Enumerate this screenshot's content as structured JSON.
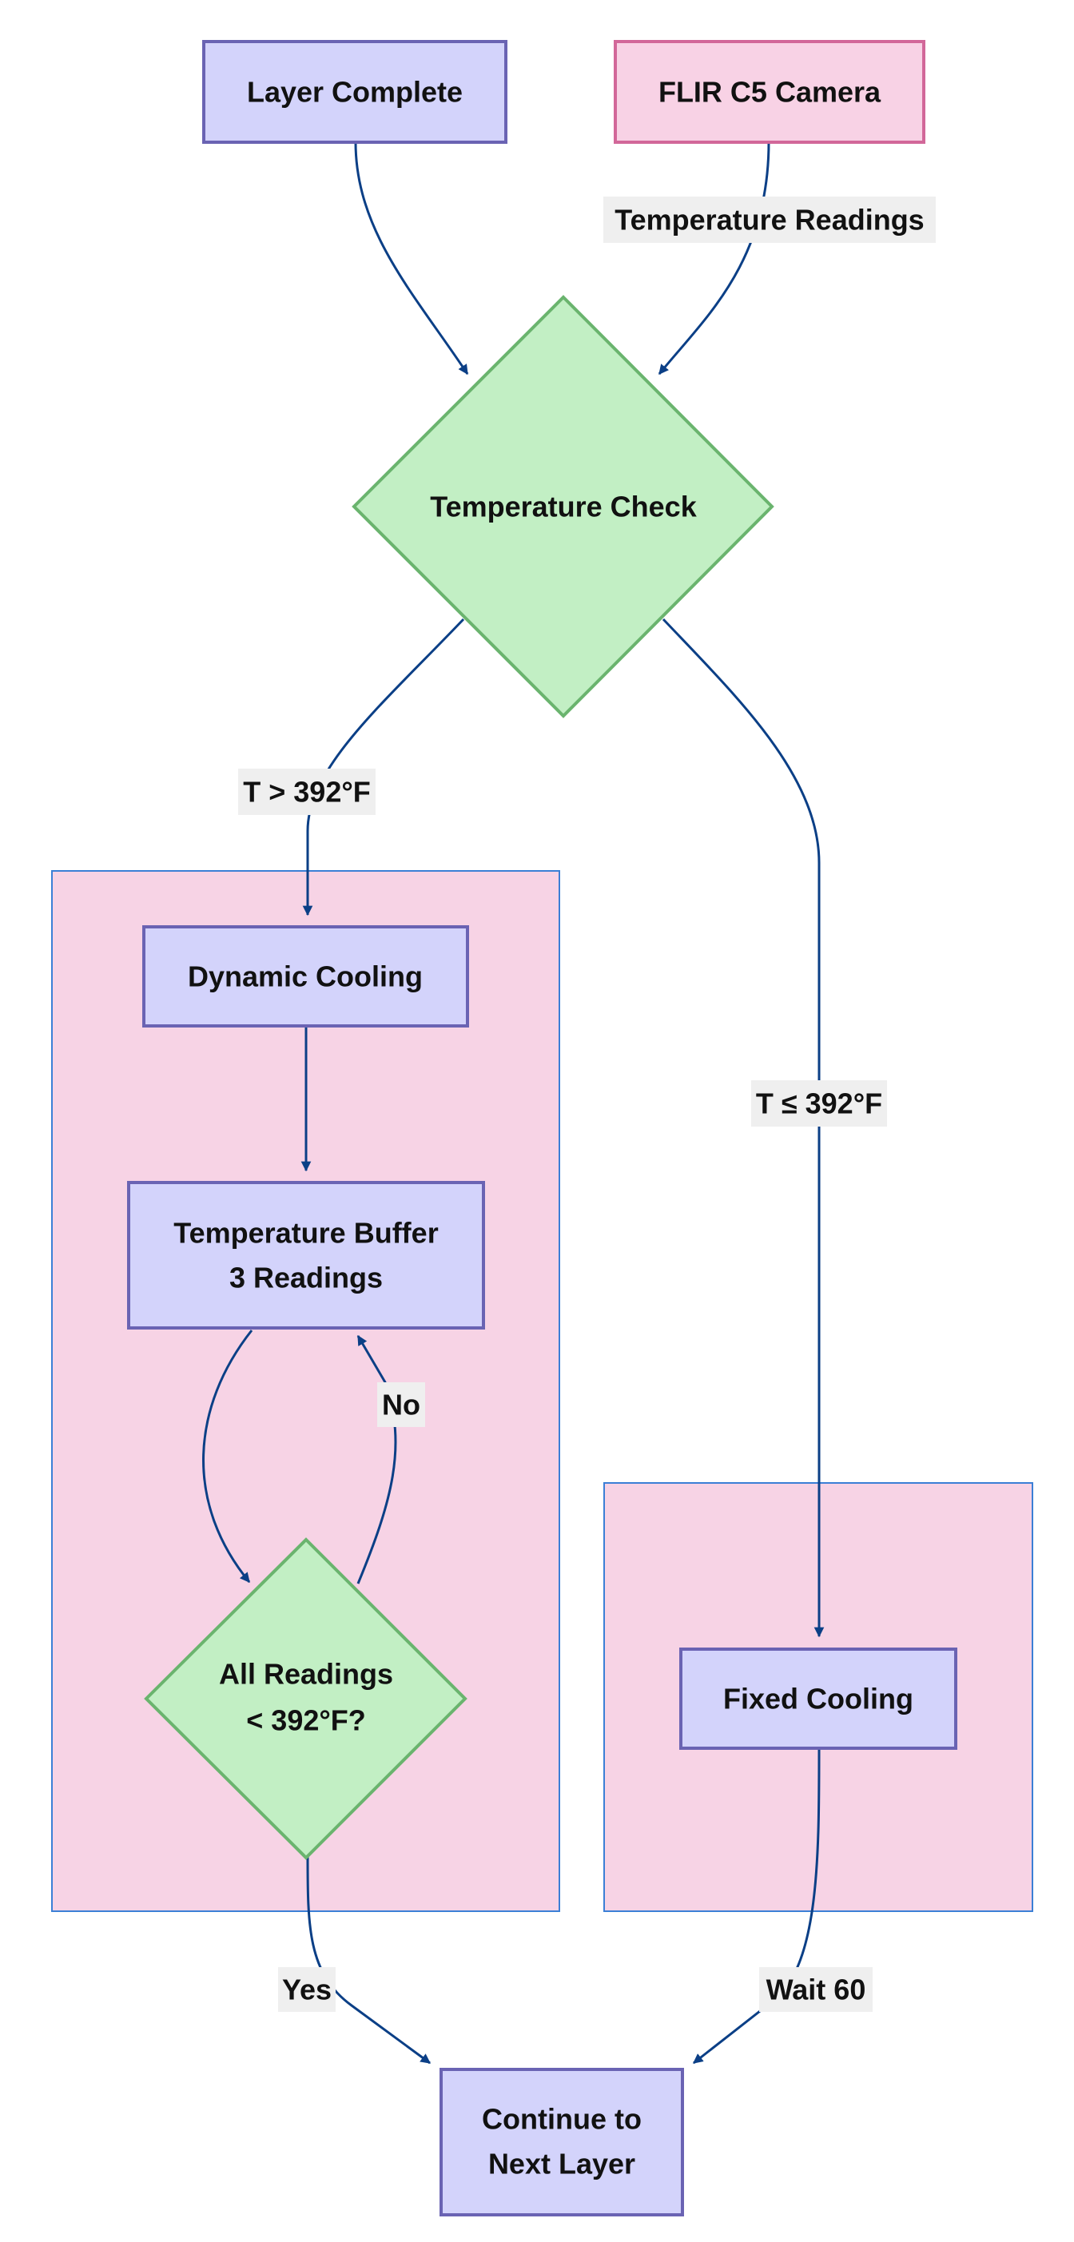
{
  "colors": {
    "process_fill": "#d3d3fb",
    "process_stroke": "#6a63b3",
    "source_fill": "#f8d2e5",
    "source_stroke": "#d26799",
    "decision_fill": "#c2efc4",
    "decision_stroke": "#6ab46e",
    "group_fill": "#f7d3e5",
    "group_stroke": "#3b7fd6",
    "edge": "#0b3f86",
    "label_bg": "#efefef"
  },
  "nodes": {
    "layer_complete": "Layer Complete",
    "flir_camera": "FLIR C5 Camera",
    "temperature_check": "Temperature Check",
    "dynamic_cooling": "Dynamic Cooling",
    "temperature_buffer": [
      "Temperature Buffer",
      "3 Readings"
    ],
    "all_readings": [
      "All Readings",
      "< 392°F?"
    ],
    "fixed_cooling": "Fixed Cooling",
    "continue_next": [
      "Continue to",
      "Next Layer"
    ]
  },
  "edge_labels": {
    "temperature_readings": "Temperature Readings",
    "t_greater": "T > 392°F",
    "t_less_equal": "T ≤ 392°F",
    "no": "No",
    "yes": "Yes",
    "wait": "Wait 60"
  }
}
